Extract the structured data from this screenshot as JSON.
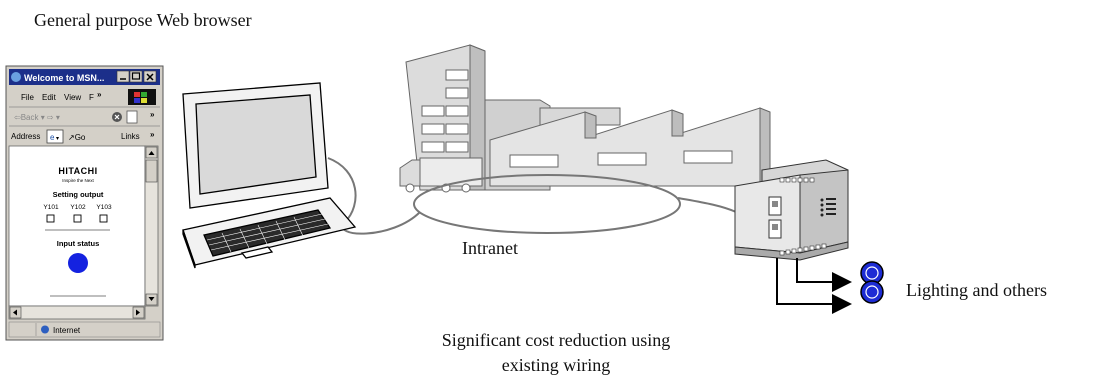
{
  "diagram": {
    "title": "General purpose Web browser",
    "network_label": "Intranet",
    "output_label": "Lighting and others",
    "caption_line1": "Significant cost reduction using",
    "caption_line2": "existing wiring"
  },
  "browser": {
    "window_title": "Welcome to MSN...",
    "menu": [
      "File",
      "Edit",
      "View",
      "F"
    ],
    "back_label": "Back",
    "address_label": "Address",
    "go_label": "Go",
    "links_label": "Links",
    "brand": "HITACHI",
    "tagline": "Inspire the Next",
    "setting_output_title": "Setting output",
    "outputs": [
      "Y101",
      "Y102",
      "Y103"
    ],
    "input_status_title": "Input status",
    "status_zone": "Internet"
  }
}
